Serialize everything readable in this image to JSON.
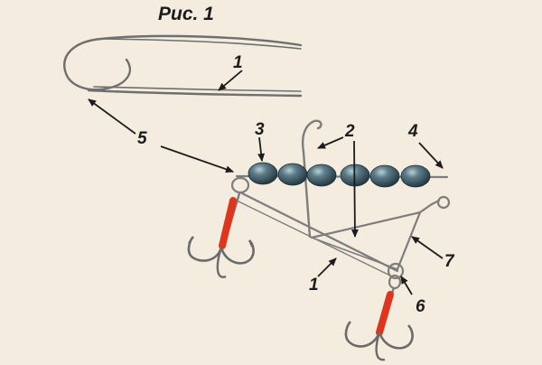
{
  "figure": {
    "caption": "Рис. 1",
    "labels": {
      "top_wire": "1",
      "bottom_wire": "1",
      "antenna": "2",
      "sinker": "3",
      "tip": "4",
      "loop": "5",
      "swivel": "6",
      "leader": "7"
    },
    "colors": {
      "background": "#f3ecdf",
      "wire": "#7a7a7a",
      "arrow": "#1c1c1c",
      "bead": "#35505c",
      "bead_highlight": "#a8c0c8",
      "hook_wrap": "#e0341c"
    }
  }
}
